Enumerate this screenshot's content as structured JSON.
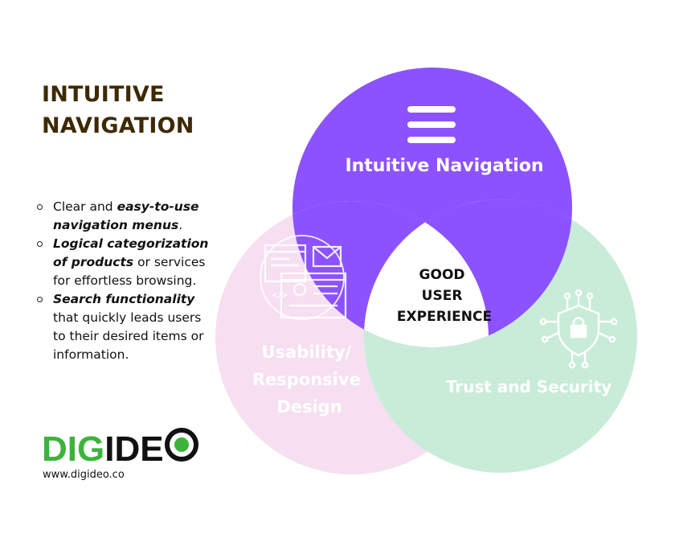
{
  "title": {
    "line1": "INTUITIVE",
    "line2": "NAVIGATION"
  },
  "bullets": [
    {
      "pre": "Clear and ",
      "bold": "easy-to-use navigation menus",
      "post": "."
    },
    {
      "pre": "",
      "bold": "Logical categorization of products",
      "post": " or services for effortless browsing."
    },
    {
      "pre": "",
      "bold": "Search functionality",
      "post": " that quickly leads users to their desired items or information."
    }
  ],
  "logo": {
    "part1": "DIG",
    "part2": "IDE"
  },
  "url": "www.digideo.co",
  "venn": {
    "top_label": "Intuitive Navigation",
    "left_label": [
      "Usability/",
      "Responsive",
      "Design"
    ],
    "right_label": "Trust and Security",
    "center_label": [
      "GOOD",
      "USER",
      "EXPERIENCE"
    ],
    "colors": {
      "top": "#8c52ff",
      "left": "#f6dff0",
      "right": "#c9ecd9",
      "center": "#ffffff"
    }
  },
  "icons": {
    "top": "menu-icon",
    "left": "web-design-icon",
    "right": "lock-security-icon"
  }
}
